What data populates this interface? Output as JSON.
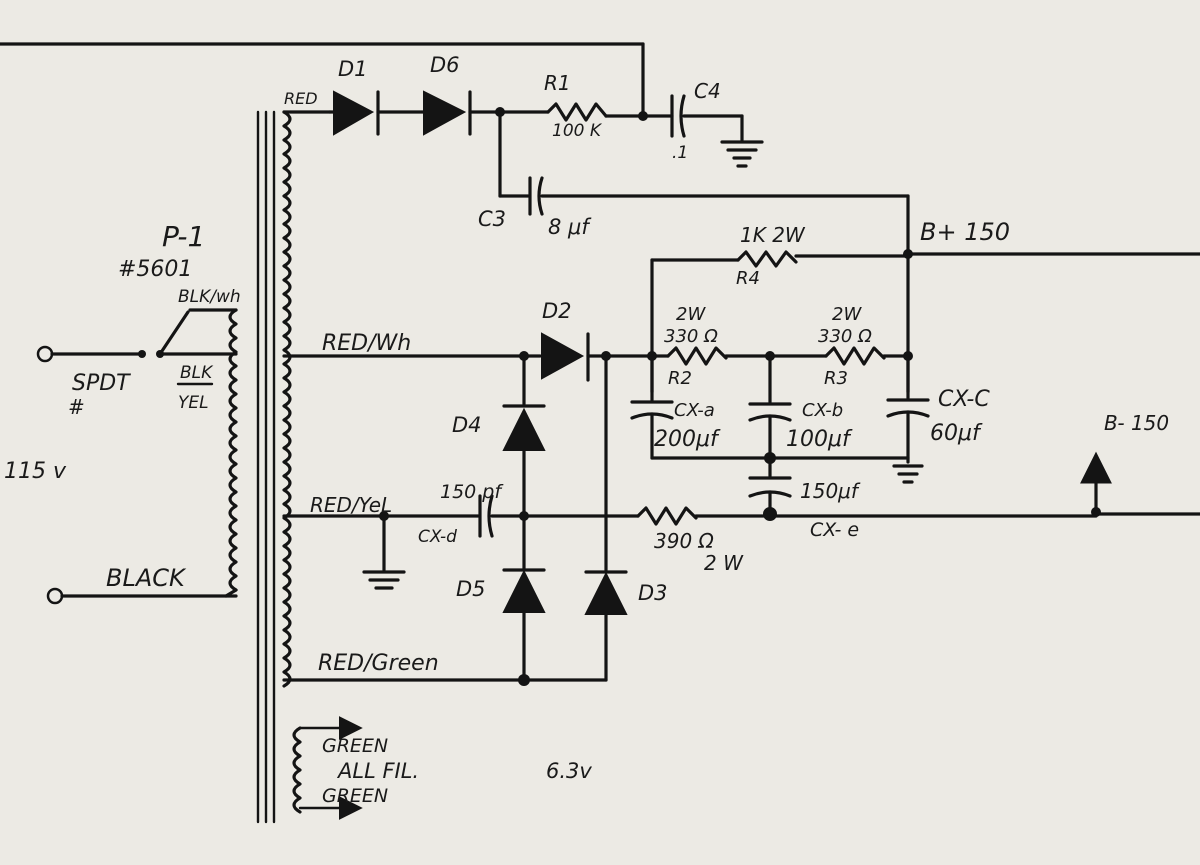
{
  "diagram": {
    "labels": {
      "p1": "P-1",
      "p1_part": "#5601",
      "blk_wh": "BLK/wh",
      "blk": "BLK",
      "yel": "YEL",
      "spdt": "SPDT",
      "hash": "#",
      "v115": "115 v",
      "black": "BLACK",
      "red": "RED",
      "red_wh": "RED/Wh",
      "red_yel": "RED/YeL",
      "red_green": "RED/Green",
      "green_top": "GREEN",
      "all_fil": "ALL FIL.",
      "v63": "6.3v",
      "green_bottom": "GREEN",
      "d1": "D1",
      "d6": "D6",
      "d2": "D2",
      "d4": "D4",
      "d5": "D5",
      "d3": "D3",
      "r1": "R1",
      "r1_val": "100 K",
      "c4": "C4",
      "c4_val": ".1",
      "c3": "C3",
      "c3_val": "8 μf",
      "r4_val": "1K 2W",
      "r4": "R4",
      "b_plus": "B+ 150",
      "r2_watt": "2W",
      "r2_val": "330 Ω",
      "r2": "R2",
      "r3_watt": "2W",
      "r3_val": "330 Ω",
      "r3": "R3",
      "cxa": "CX-a",
      "cxa_val": "200μf",
      "cxb": "CX-b",
      "cxb_val": "100μf",
      "cxc": "CX-C",
      "cxc_val": "60μf",
      "b_minus": "B- 150",
      "cxd_val": "150 pf",
      "cxd": "CX-d",
      "r390_val": "390 Ω",
      "r390_watt": "2 W",
      "cxe_val": "150μf",
      "cxe": "CX- e"
    }
  }
}
